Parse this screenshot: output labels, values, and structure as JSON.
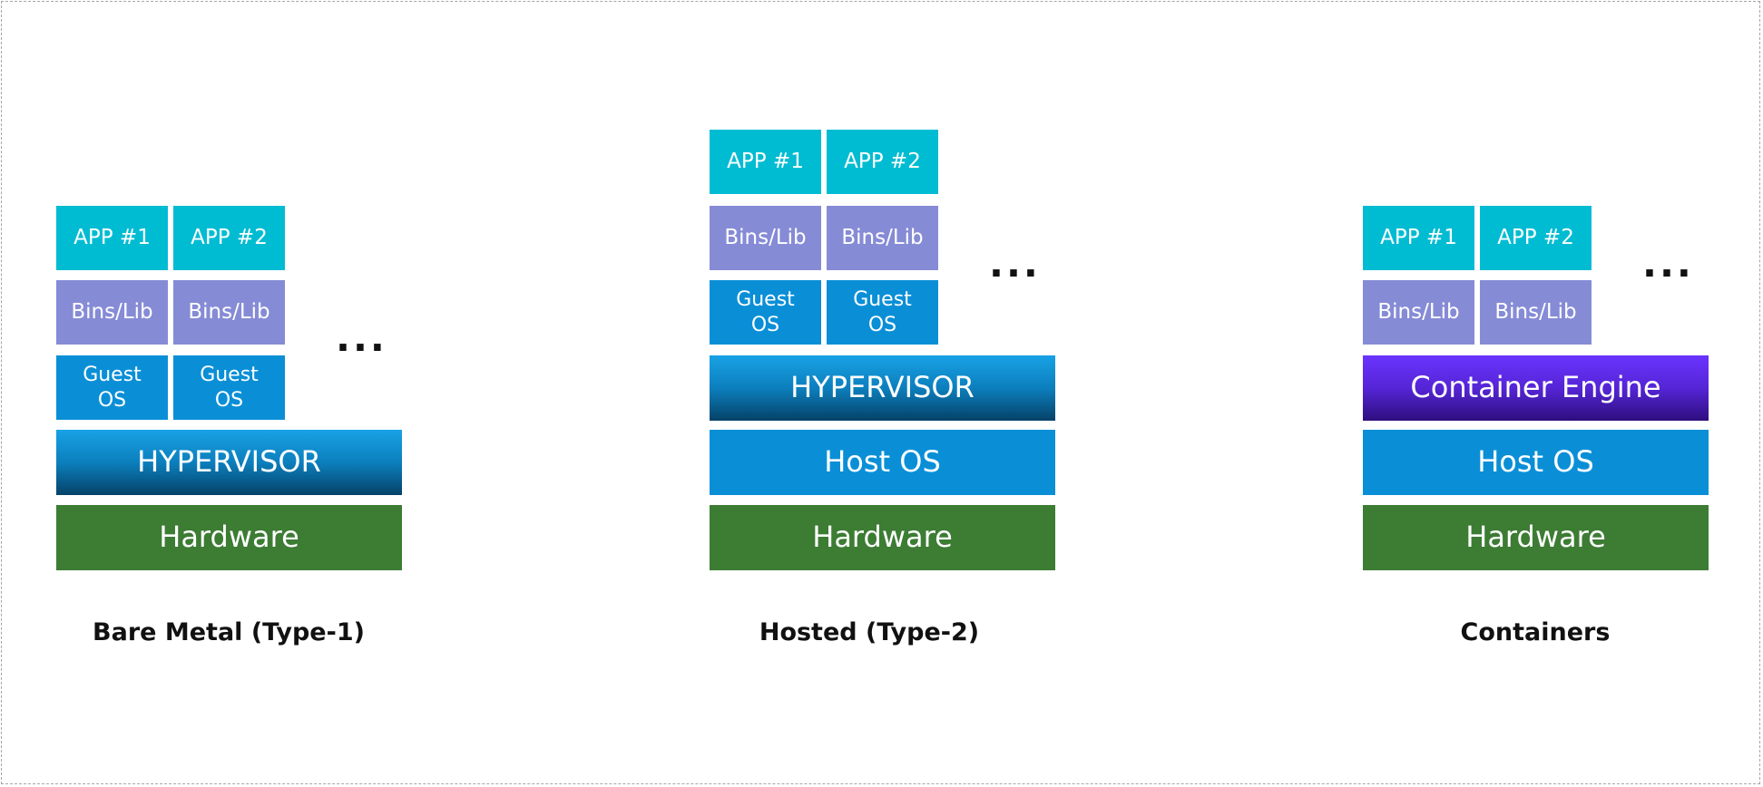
{
  "diagram": {
    "border_color": "#a6a6a6",
    "colors": {
      "app": "#00bcd2",
      "bins": "#868bd6",
      "guest_os": "#0a8fd7",
      "hypervisor": "#0c7fbd",
      "host_os": "#0a8fd7",
      "hardware": "#3c7c33",
      "container_engine": "#5525d6"
    },
    "bare_metal": {
      "caption": "Bare Metal (Type-1)",
      "app1": "APP #1",
      "app2": "APP #2",
      "bins1": "Bins/Lib",
      "bins2": "Bins/Lib",
      "guest1": "Guest\nOS",
      "guest2": "Guest\nOS",
      "hypervisor": "HYPERVISOR",
      "hardware": "Hardware",
      "ellipsis": "..."
    },
    "hosted": {
      "caption": "Hosted (Type-2)",
      "app1": "APP #1",
      "app2": "APP #2",
      "bins1": "Bins/Lib",
      "bins2": "Bins/Lib",
      "guest1": "Guest\nOS",
      "guest2": "Guest\nOS",
      "hypervisor": "HYPERVISOR",
      "host_os": "Host OS",
      "hardware": "Hardware",
      "ellipsis": "..."
    },
    "containers": {
      "caption": "Containers",
      "app1": "APP #1",
      "app2": "APP #2",
      "bins1": "Bins/Lib",
      "bins2": "Bins/Lib",
      "engine": "Container Engine",
      "host_os": "Host OS",
      "hardware": "Hardware",
      "ellipsis": "..."
    }
  }
}
